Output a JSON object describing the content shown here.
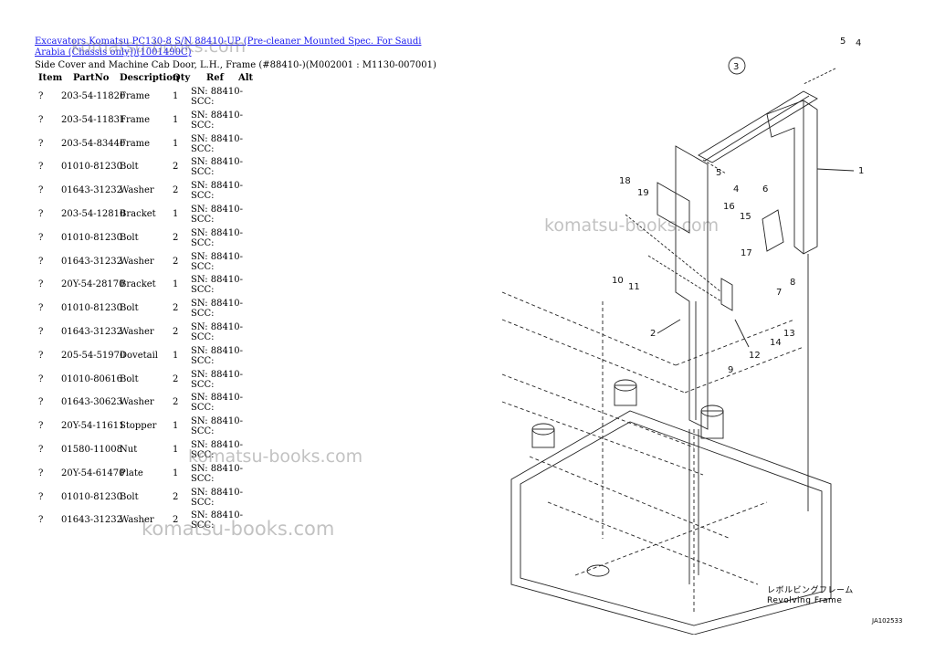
{
  "header": {
    "title_link": "Excavators Komatsu PC130-8 S/N 88410-UP (Pre-cleaner Mounted Spec. For Saudi Arabia (Chassis only))(1001490C)",
    "subtitle": "Side Cover and Machine Cab Door, L.H., Frame (#88410-)(M002001 : M1130-007001)"
  },
  "table": {
    "columns": [
      "Item",
      "PartNo",
      "Description",
      "Qty",
      "Ref",
      "Alt"
    ],
    "rows": [
      {
        "item": "?",
        "part": "203-54-11820",
        "desc": "Frame",
        "qty": "1",
        "ref": "SN: 88410-\nSCC:"
      },
      {
        "item": "?",
        "part": "203-54-11831",
        "desc": "Frame",
        "qty": "1",
        "ref": "SN: 88410-\nSCC:"
      },
      {
        "item": "?",
        "part": "203-54-83440",
        "desc": "Frame",
        "qty": "1",
        "ref": "SN: 88410-\nSCC:"
      },
      {
        "item": "?",
        "part": "01010-81230",
        "desc": "Bolt",
        "qty": "2",
        "ref": "SN: 88410-\nSCC:"
      },
      {
        "item": "?",
        "part": "01643-31232",
        "desc": "Washer",
        "qty": "2",
        "ref": "SN: 88410-\nSCC:"
      },
      {
        "item": "?",
        "part": "203-54-12810",
        "desc": "Bracket",
        "qty": "1",
        "ref": "SN: 88410-\nSCC:"
      },
      {
        "item": "?",
        "part": "01010-81230",
        "desc": "Bolt",
        "qty": "2",
        "ref": "SN: 88410-\nSCC:"
      },
      {
        "item": "?",
        "part": "01643-31232",
        "desc": "Washer",
        "qty": "2",
        "ref": "SN: 88410-\nSCC:"
      },
      {
        "item": "?",
        "part": "20Y-54-28170",
        "desc": "Bracket",
        "qty": "1",
        "ref": "SN: 88410-\nSCC:"
      },
      {
        "item": "?",
        "part": "01010-81230",
        "desc": "Bolt",
        "qty": "2",
        "ref": "SN: 88410-\nSCC:"
      },
      {
        "item": "?",
        "part": "01643-31232",
        "desc": "Washer",
        "qty": "2",
        "ref": "SN: 88410-\nSCC:"
      },
      {
        "item": "?",
        "part": "205-54-51970",
        "desc": "Dovetail",
        "qty": "1",
        "ref": "SN: 88410-\nSCC:"
      },
      {
        "item": "?",
        "part": "01010-80616",
        "desc": "Bolt",
        "qty": "2",
        "ref": "SN: 88410-\nSCC:"
      },
      {
        "item": "?",
        "part": "01643-30623",
        "desc": "Washer",
        "qty": "2",
        "ref": "SN: 88410-\nSCC:"
      },
      {
        "item": "?",
        "part": "20Y-54-11611",
        "desc": "Stopper",
        "qty": "1",
        "ref": "SN: 88410-\nSCC:"
      },
      {
        "item": "?",
        "part": "01580-11008",
        "desc": "Nut",
        "qty": "1",
        "ref": "SN: 88410-\nSCC:"
      },
      {
        "item": "?",
        "part": "20Y-54-61470",
        "desc": "Plate",
        "qty": "1",
        "ref": "SN: 88410-\nSCC:"
      },
      {
        "item": "?",
        "part": "01010-81230",
        "desc": "Bolt",
        "qty": "2",
        "ref": "SN: 88410-\nSCC:"
      },
      {
        "item": "?",
        "part": "01643-31232",
        "desc": "Washer",
        "qty": "2",
        "ref": "SN: 88410-\nSCC:"
      }
    ]
  },
  "watermark": "komatsu-books.com",
  "diagram": {
    "callouts": [
      "1",
      "2",
      "3",
      "4",
      "4",
      "5",
      "5",
      "6",
      "7",
      "8",
      "9",
      "10",
      "11",
      "12",
      "13",
      "14",
      "15",
      "16",
      "17",
      "18",
      "19"
    ],
    "frame_label_jp": "レボルビングフレーム",
    "frame_label_en": "Revolving Frame",
    "code": "JA102533"
  }
}
